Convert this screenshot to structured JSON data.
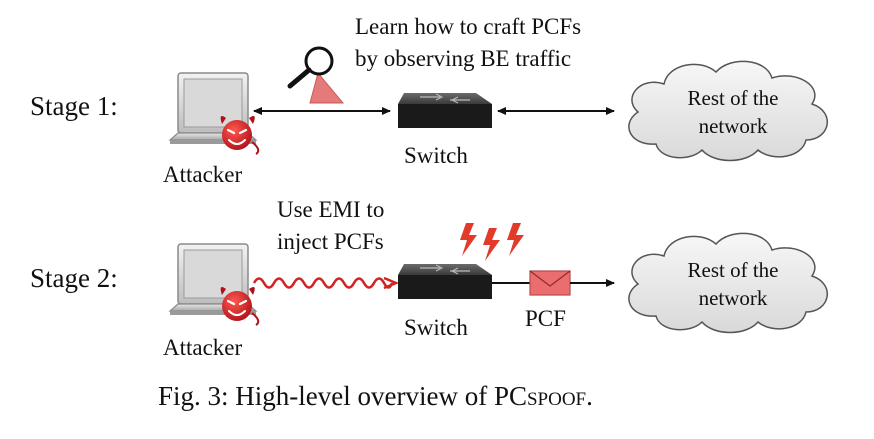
{
  "stage1": {
    "label": "Stage 1:",
    "note_line1": "Learn how to craft PCFs",
    "note_line2": "by observing BE traffic",
    "attacker_label": "Attacker",
    "switch_label": "Switch",
    "cloud_line1": "Rest of the",
    "cloud_line2": "network"
  },
  "stage2": {
    "label": "Stage 2:",
    "note_line1": "Use EMI to",
    "note_line2": "inject PCFs",
    "attacker_label": "Attacker",
    "switch_label": "Switch",
    "pcf_label": "PCF",
    "cloud_line1": "Rest of the",
    "cloud_line2": "network"
  },
  "caption": {
    "prefix": "Fig. 3: High-level overview of ",
    "name": "PCspoof",
    "suffix": "."
  },
  "colors": {
    "devil": "#d8202a",
    "emi_wave": "#d22222",
    "magnifier_beam": "#e57a7a",
    "envelope": "#ec6d6d",
    "cloud_fill": "#ececec"
  }
}
